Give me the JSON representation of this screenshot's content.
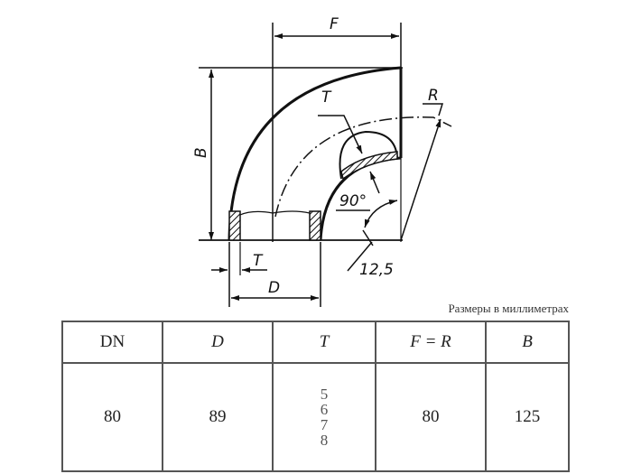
{
  "drawing": {
    "labels": {
      "F": "F",
      "B": "B",
      "T_top": "T",
      "R": "R",
      "angle": "90°",
      "T_bottom": "T",
      "D": "D",
      "chamfer": "12,5"
    }
  },
  "caption": "Размеры в миллиметрах",
  "table": {
    "headers": [
      "DN",
      "D",
      "T",
      "F = R",
      "B"
    ],
    "row": {
      "DN": "80",
      "D": "89",
      "T": [
        "5",
        "6",
        "7",
        "8"
      ],
      "F_R": "80",
      "B": "125"
    }
  }
}
